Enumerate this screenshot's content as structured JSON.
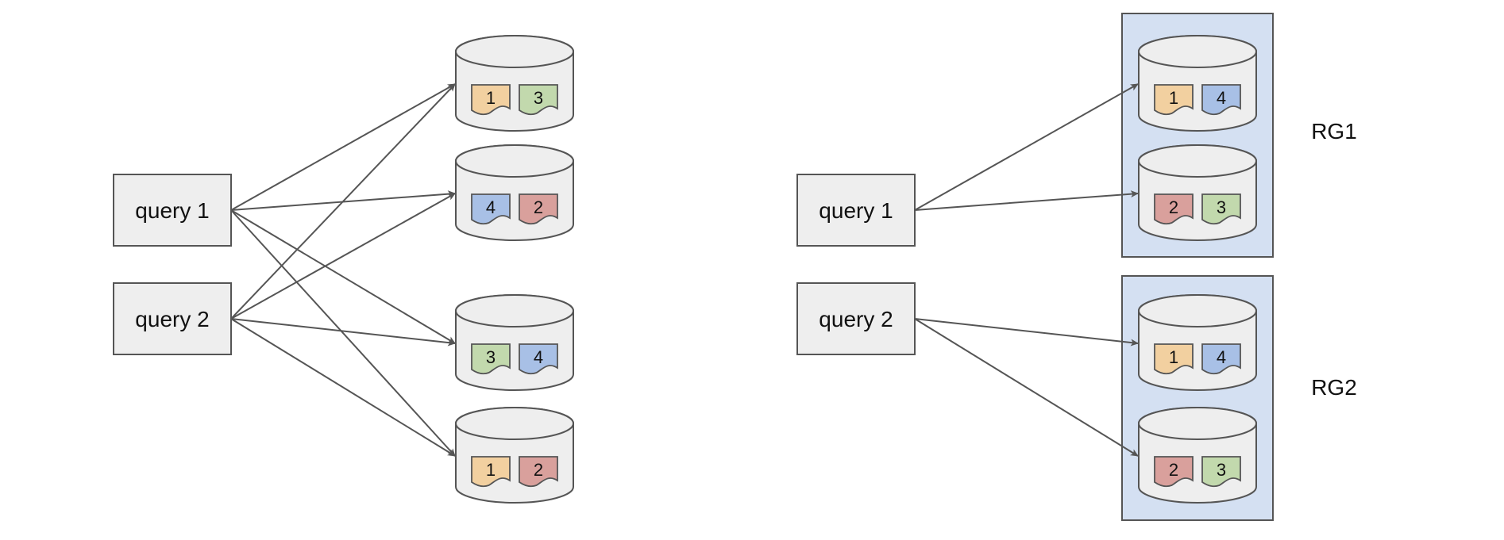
{
  "colors": {
    "box_fill": "#eeeeee",
    "stroke": "#555555",
    "group_fill": "#d4e0f2",
    "doc_colors": {
      "1": "#f2d0a0",
      "2": "#d9a09c",
      "3": "#c2d9ad",
      "4": "#a8c0e6"
    }
  },
  "left_diagram": {
    "queries": [
      {
        "id": "q1",
        "label": "query 1"
      },
      {
        "id": "q2",
        "label": "query 2"
      }
    ],
    "stores": [
      {
        "id": "s1",
        "docs": [
          "1",
          "3"
        ]
      },
      {
        "id": "s2",
        "docs": [
          "4",
          "2"
        ]
      },
      {
        "id": "s3",
        "docs": [
          "3",
          "4"
        ]
      },
      {
        "id": "s4",
        "docs": [
          "1",
          "2"
        ]
      }
    ],
    "edges": [
      [
        "q1",
        "s1"
      ],
      [
        "q1",
        "s2"
      ],
      [
        "q1",
        "s3"
      ],
      [
        "q1",
        "s4"
      ],
      [
        "q2",
        "s1"
      ],
      [
        "q2",
        "s2"
      ],
      [
        "q2",
        "s3"
      ],
      [
        "q2",
        "s4"
      ]
    ]
  },
  "right_diagram": {
    "queries": [
      {
        "id": "q1",
        "label": "query 1"
      },
      {
        "id": "q2",
        "label": "query 2"
      }
    ],
    "groups": [
      {
        "id": "rg1",
        "label": "RG1",
        "stores": [
          {
            "id": "g1a",
            "docs": [
              "1",
              "4"
            ]
          },
          {
            "id": "g1b",
            "docs": [
              "2",
              "3"
            ]
          }
        ]
      },
      {
        "id": "rg2",
        "label": "RG2",
        "stores": [
          {
            "id": "g2a",
            "docs": [
              "1",
              "4"
            ]
          },
          {
            "id": "g2b",
            "docs": [
              "2",
              "3"
            ]
          }
        ]
      }
    ],
    "edges": [
      [
        "q1",
        "g1a"
      ],
      [
        "q1",
        "g1b"
      ],
      [
        "q2",
        "g2a"
      ],
      [
        "q2",
        "g2b"
      ]
    ]
  }
}
